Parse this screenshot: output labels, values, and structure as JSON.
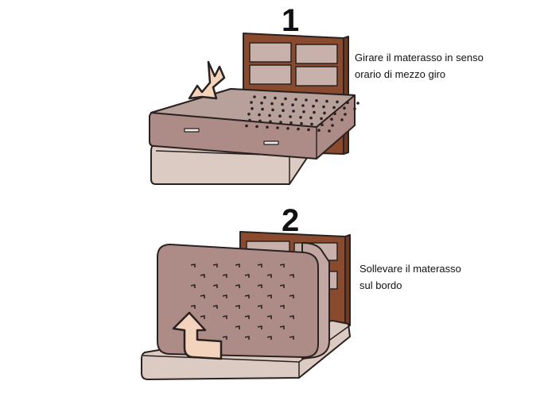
{
  "steps": [
    {
      "number": "1",
      "caption_line1": "Girare il materasso in senso",
      "caption_line2": "orario di mezzo giro"
    },
    {
      "number": "2",
      "caption_line1": "Sollevare il materasso",
      "caption_line2": "sul bordo"
    }
  ],
  "colors": {
    "outline": "#2a2220",
    "headboard": "#8a4a2e",
    "headboard_panel": "#c9b1ab",
    "mattress": "#ad8c87",
    "mattress_side": "#c2a7a2",
    "base_light": "#dccbc2",
    "arrow_fill": "#f4d3bc"
  },
  "icons": [
    "curved-arrow-icon",
    "turn-up-arrow-icon"
  ]
}
